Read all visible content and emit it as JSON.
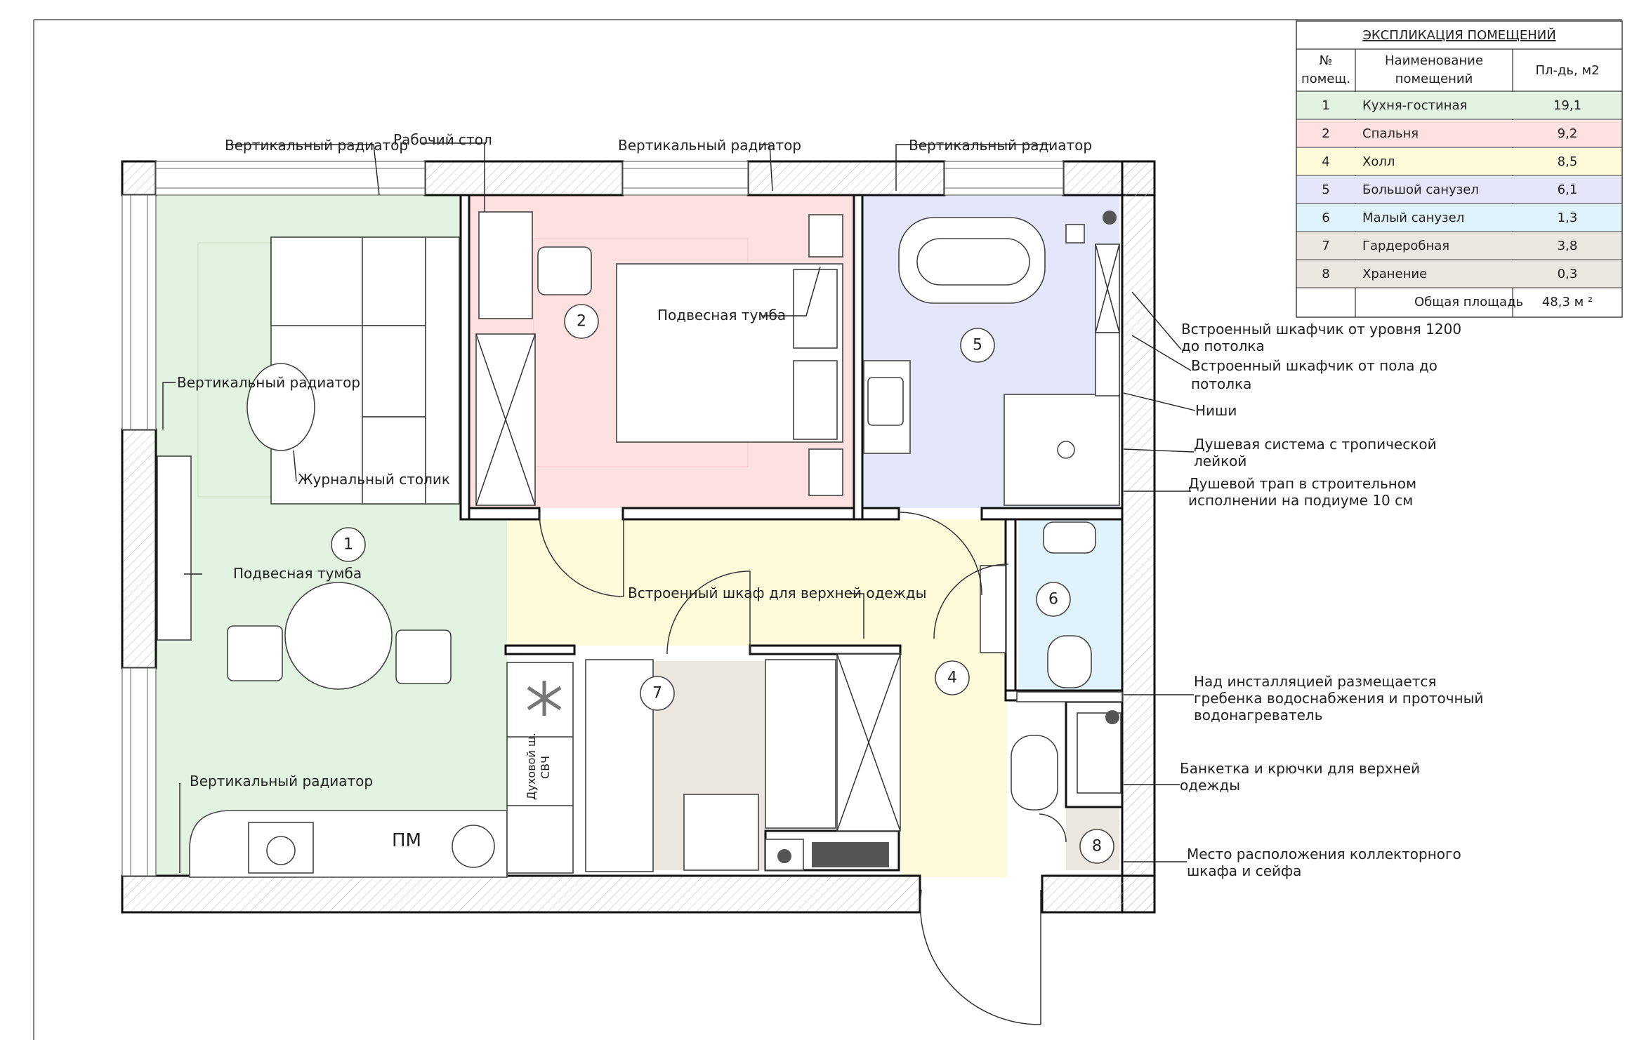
{
  "colors": {
    "kitchen": "#e3f3e1",
    "bedroom": "#fde0e0",
    "hall": "#fdfbd9",
    "bath": "#e5e6fa",
    "wc": "#e0f3fb",
    "wardrobe": "#ebe6e0",
    "storage": "#ebe6e0"
  },
  "rooms": [
    {
      "num": "1"
    },
    {
      "num": "2"
    },
    {
      "num": "4"
    },
    {
      "num": "5"
    },
    {
      "num": "6"
    },
    {
      "num": "7"
    },
    {
      "num": "8"
    }
  ],
  "labels": {
    "radiator_1": "Вертикальный радиатор",
    "desk": "Рабочий стол",
    "radiator_2": "Вертикальный радиатор",
    "radiator_3": "Вертикальный радиатор",
    "radiator_4": "Вертикальный радиатор",
    "coffee_table": "Журнальный столик",
    "hanging_unit_1": "Подвесная тумба",
    "radiator_5": "Вертикальный радиатор",
    "hanging_unit_2": "Подвесная тумба",
    "closet": "Встроенный шкаф для верхней одежды",
    "pm": "ПМ",
    "oven_line1": "Духовой ш.",
    "oven_line2": "СВЧ",
    "cabinet_1200_line1": "Встроенный шкафчик от уровня 1200",
    "cabinet_1200_line2": "до потолка",
    "cabinet_floor_line1": "Встроенный шкафчик от пола до",
    "cabinet_floor_line2": "потолка",
    "niches": "Ниши",
    "shower_line1": "Душевая система с тропической",
    "shower_line2": "лейкой",
    "drain_line1": "Душевой трап в строительном",
    "drain_line2": "исполнении на подиуме 10 см",
    "manifold_line1": "Над инсталляцией размещается",
    "manifold_line2": "гребенка водоснабжения и проточный",
    "manifold_line3": "водонагреватель",
    "bench_line1": "Банкетка и крючки для верхней",
    "bench_line2": "одежды",
    "collector_line1": "Место расположения коллекторного",
    "collector_line2": "шкафа и сейфа"
  },
  "table": {
    "title": "ЭКСПЛИКАЦИЯ ПОМЕЩЕНИЙ",
    "head_num_line1": "№",
    "head_num_line2": "помещ.",
    "head_name_line1": "Наименование",
    "head_name_line2": "помещений",
    "head_area": "Пл-дь, м2",
    "rows": [
      {
        "num": "1",
        "name": "Кухня-гостиная",
        "area": "19,1"
      },
      {
        "num": "2",
        "name": "Спальня",
        "area": "9,2"
      },
      {
        "num": "4",
        "name": "Холл",
        "area": "8,5"
      },
      {
        "num": "5",
        "name": "Большой санузел",
        "area": "6,1"
      },
      {
        "num": "6",
        "name": "Малый санузел",
        "area": "1,3"
      },
      {
        "num": "7",
        "name": "Гардеробная",
        "area": "3,8"
      },
      {
        "num": "8",
        "name": "Хранение",
        "area": "0,3"
      }
    ],
    "total_label": "Общая площадь",
    "total_value": "48,3 м ²"
  }
}
